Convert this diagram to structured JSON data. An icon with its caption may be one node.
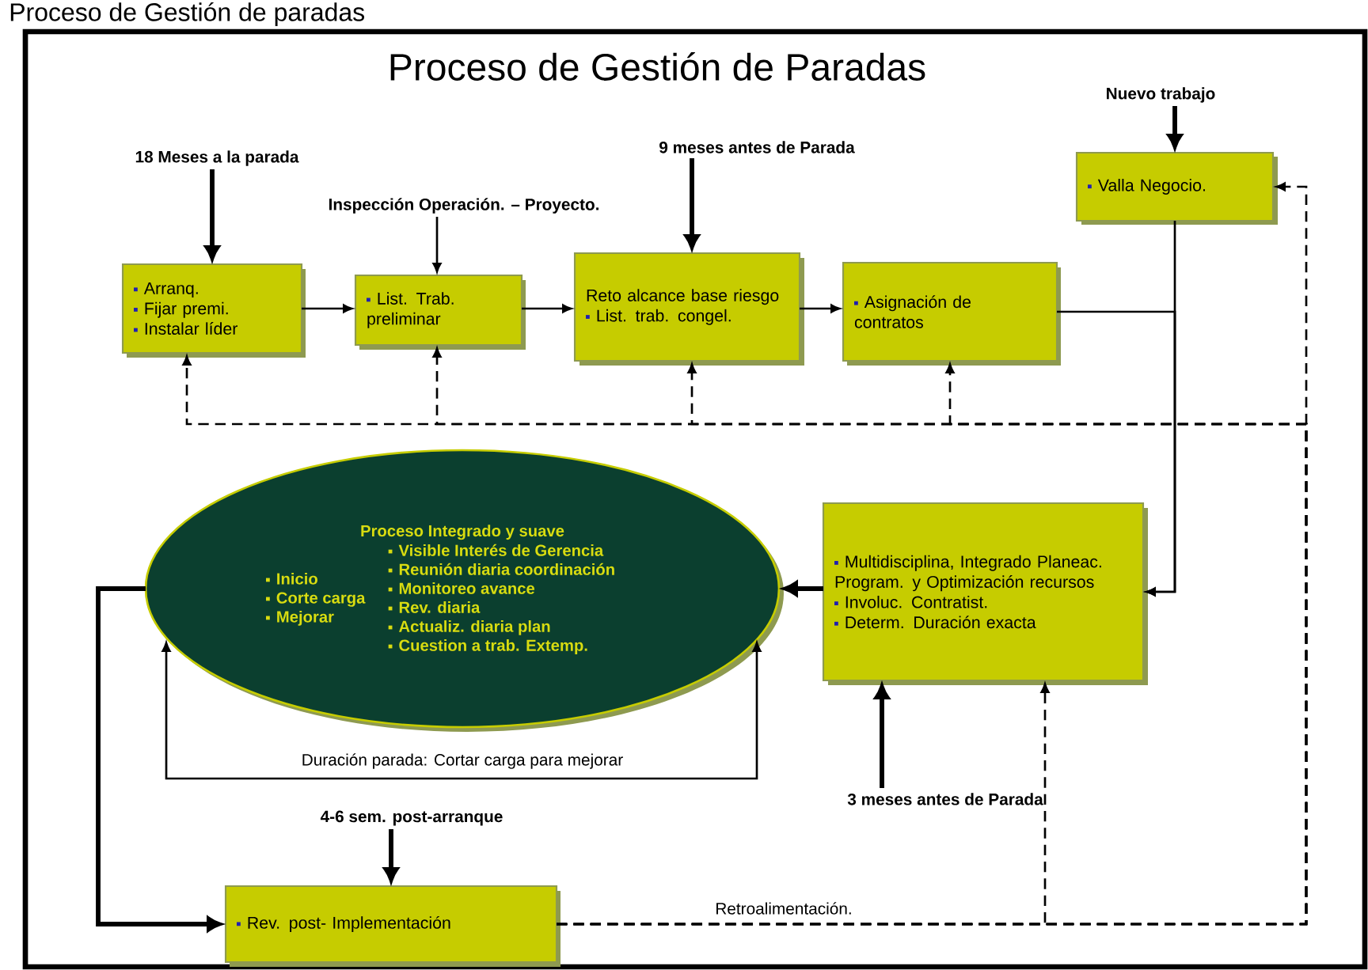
{
  "diagram": {
    "title": "Proceso de Gestión de Paradas",
    "nodes": [
      {
        "text": [
          "18 Meses a la parada"
        ]
      },
      {
        "text": [
          "Inspección Operación. – Proyecto."
        ]
      },
      {
        "text": [
          "9 meses antes de Parada"
        ]
      },
      {
        "text": [
          "Nuevo trabajo"
        ]
      },
      {
        "text": [
          "Arranq.",
          "Fijar premi.",
          "Instalar líder"
        ]
      },
      {
        "text": [
          "List. Trab. preliminar"
        ]
      },
      {
        "text": [
          "Reto alcance base riesgo",
          "List. trab. congel."
        ]
      },
      {
        "text": [
          "Asignación de contratos"
        ]
      },
      {
        "text": [
          "Valla Negocio."
        ]
      },
      {
        "text": [
          "Proceso Integrado y suave",
          "Inicio",
          "Corte carga",
          "Mejorar",
          "Visible Interés de Gerencia",
          "Reunión diaria coordinación",
          "Monitoreo avance",
          "Rev. diaria",
          "Actualiz. diaria plan",
          "Cuestion a trab. Extemp."
        ]
      },
      {
        "text": [
          "Multidisciplina, Integrado Planeac. Program. y Optimización recursos",
          "Involuc. Contratist.",
          "Determ. Duración exacta"
        ]
      },
      {
        "text": [
          "3 meses antes de Parada"
        ]
      },
      {
        "text": [
          "4-6 sem. post-arranque"
        ]
      },
      {
        "text": [
          "Rev. post- Implementación"
        ]
      }
    ],
    "edges": [
      {
        "from": 0,
        "to": 4,
        "arrow": "to",
        "style": "thick"
      },
      {
        "from": 1,
        "to": 5,
        "arrow": "to"
      },
      {
        "from": 2,
        "to": 6,
        "arrow": "to",
        "style": "thick"
      },
      {
        "from": 3,
        "to": 8,
        "arrow": "to",
        "style": "thick"
      },
      {
        "from": 4,
        "to": 5,
        "arrow": "to"
      },
      {
        "from": 5,
        "to": 6,
        "arrow": "to"
      },
      {
        "from": 6,
        "to": 7,
        "arrow": "to"
      },
      {
        "from": 7,
        "to": 10,
        "arrow": "to"
      },
      {
        "from": 8,
        "to": 10,
        "arrow": "to"
      },
      {
        "from": 10,
        "to": 9,
        "arrow": "to",
        "style": "thick"
      },
      {
        "from": 11,
        "to": 10,
        "arrow": "to",
        "style": "thick"
      },
      {
        "from": 13,
        "to": 8,
        "arrow": "to",
        "style": "dashed",
        "label": "Retroalimentación."
      },
      {
        "from": 13,
        "to": 4,
        "arrow": "to",
        "style": "dashed"
      },
      {
        "from": 13,
        "to": 5,
        "arrow": "to",
        "style": "dashed"
      },
      {
        "from": 13,
        "to": 6,
        "arrow": "to",
        "style": "dashed"
      },
      {
        "from": 13,
        "to": 7,
        "arrow": "to",
        "style": "dashed"
      },
      {
        "from": 13,
        "to": 10,
        "arrow": "to",
        "style": "dashed"
      },
      {
        "from": 9,
        "to": 9,
        "arrow": "both",
        "label": "Duración parada: Cortar carga para mejorar"
      },
      {
        "from": 9,
        "to": 13,
        "arrow": "to",
        "style": "thick"
      },
      {
        "from": 12,
        "to": 13,
        "arrow": "to",
        "style": "thick"
      }
    ],
    "labels": [
      "Proceso de Gestión de paradas"
    ]
  }
}
